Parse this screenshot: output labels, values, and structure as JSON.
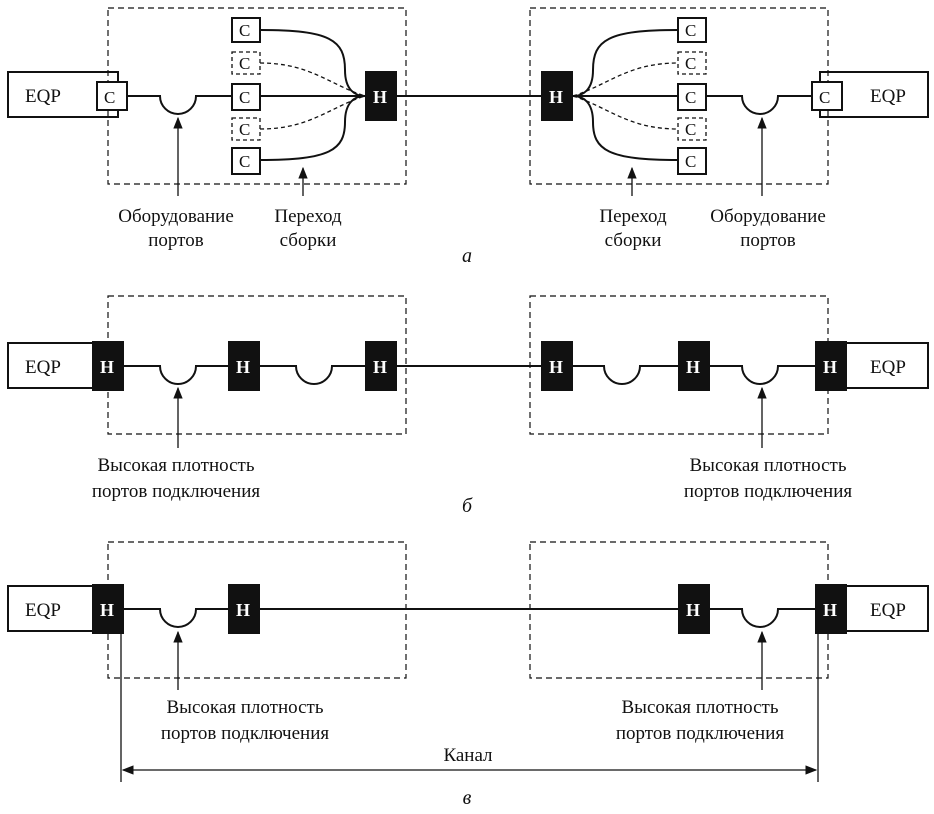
{
  "labels": {
    "eqp": "EQP",
    "cross_connect": "C",
    "hub": "H",
    "port_equipment": [
      "Оборудование",
      "портов"
    ],
    "assembly_transition": [
      "Переход",
      "сборки"
    ],
    "high_density": [
      "Высокая плотность",
      "портов подключения"
    ],
    "channel": "Канал"
  },
  "captions": {
    "a": "а",
    "b": "б",
    "c": "в"
  }
}
